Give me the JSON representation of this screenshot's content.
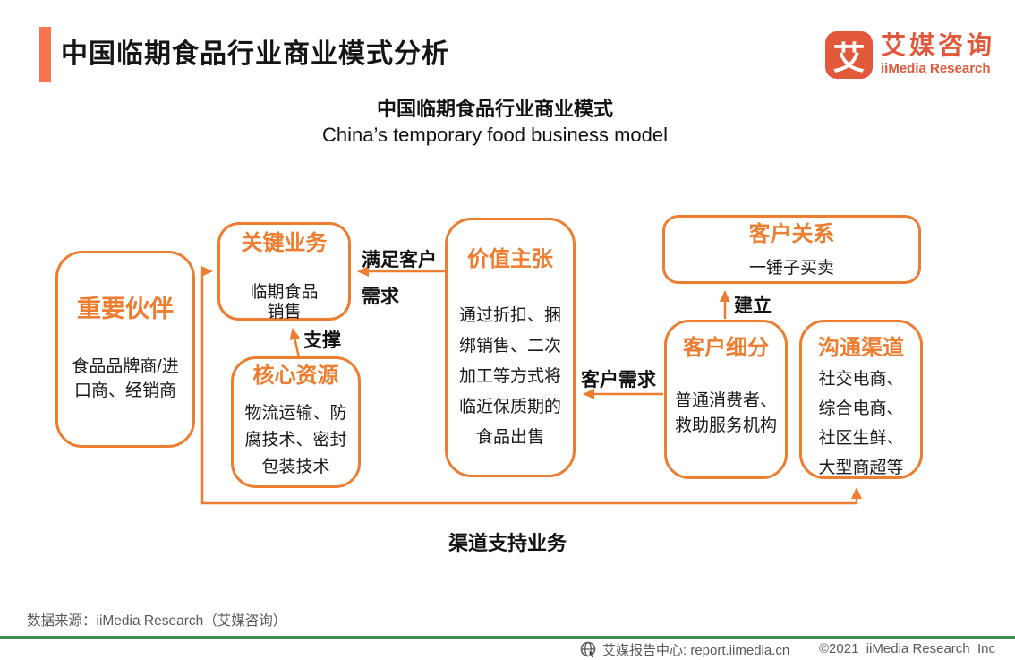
{
  "header": {
    "title": "中国临期食品行业商业模式分析",
    "logo": {
      "icon_char": "艾",
      "brand_cn": "艾媒咨询",
      "brand_en": "iiMedia Research"
    }
  },
  "subtitle": {
    "cn": "中国临期食品行业商业模式",
    "en": "China’s temporary food business model"
  },
  "diagram": {
    "boxes": [
      {
        "id": "key-partners",
        "title": "重要伙伴",
        "lines": [
          "食品品牌商/进",
          "口商、经销商"
        ]
      },
      {
        "id": "key-activities",
        "title": "关键业务",
        "lines": [
          "临期食品",
          "销售"
        ]
      },
      {
        "id": "core-resources",
        "title": "核心资源",
        "lines": [
          "物流运输、防",
          "腐技术、密封",
          "包装技术"
        ]
      },
      {
        "id": "value-proposition",
        "title": "价值主张",
        "lines": [
          "通过折扣、捆",
          "绑销售、二次",
          "加工等方式将",
          "临近保质期的",
          "食品出售"
        ]
      },
      {
        "id": "customer-relations",
        "title": "客户关系",
        "lines": [
          "一锤子买卖"
        ]
      },
      {
        "id": "customer-segments",
        "title": "客户细分",
        "lines": [
          "普通消费者、",
          "救助服务机构"
        ]
      },
      {
        "id": "channels",
        "title": "沟通渠道",
        "lines": [
          "社交电商、",
          "综合电商、",
          "社区生鲜、",
          "大型商超等"
        ]
      }
    ],
    "arrow_labels": {
      "satisfy_demand": "满足客户\n需求",
      "support": "支撑",
      "customer_demand": "客户需求",
      "establish": "建立",
      "channel_support": "渠道支持业务"
    }
  },
  "footer": {
    "source": "数据来源：iiMedia Research（艾媒咨询）",
    "report_center": "艾媒报告中心: report.iimedia.cn",
    "copyright": "©2021  iiMedia Research  Inc"
  },
  "colors": {
    "diagram_orange": "#ED7D31",
    "header_bar_orange": "#F97450",
    "logo_orange": "#E2583A",
    "footer_green": "#3F9150",
    "text_dark": "#1A1A1A",
    "text_gray": "#595959"
  }
}
